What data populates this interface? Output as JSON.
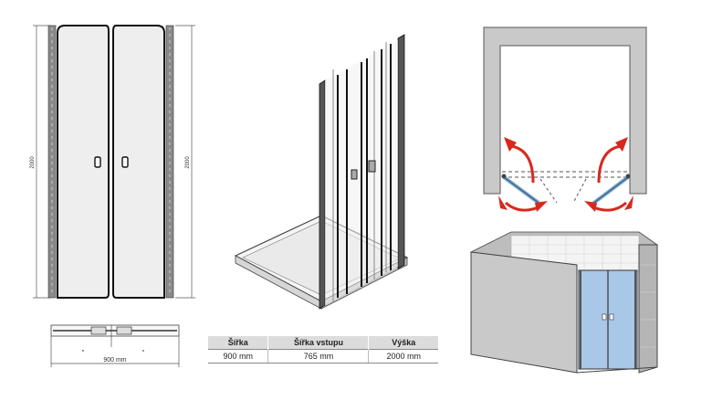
{
  "front_view": {
    "height_left": "2000",
    "height_right": "2000"
  },
  "top_view": {
    "width": "900 mm"
  },
  "specs_table": {
    "headers": [
      "Šířka",
      "Šířka vstupu",
      "Výška"
    ],
    "rows": [
      [
        "900 mm",
        "765 mm",
        "2000 mm"
      ]
    ]
  },
  "colors": {
    "swing_arrow": "#d8281e",
    "glass_blue": "#6fa8dc",
    "wall_gray": "#c9c9c9"
  }
}
